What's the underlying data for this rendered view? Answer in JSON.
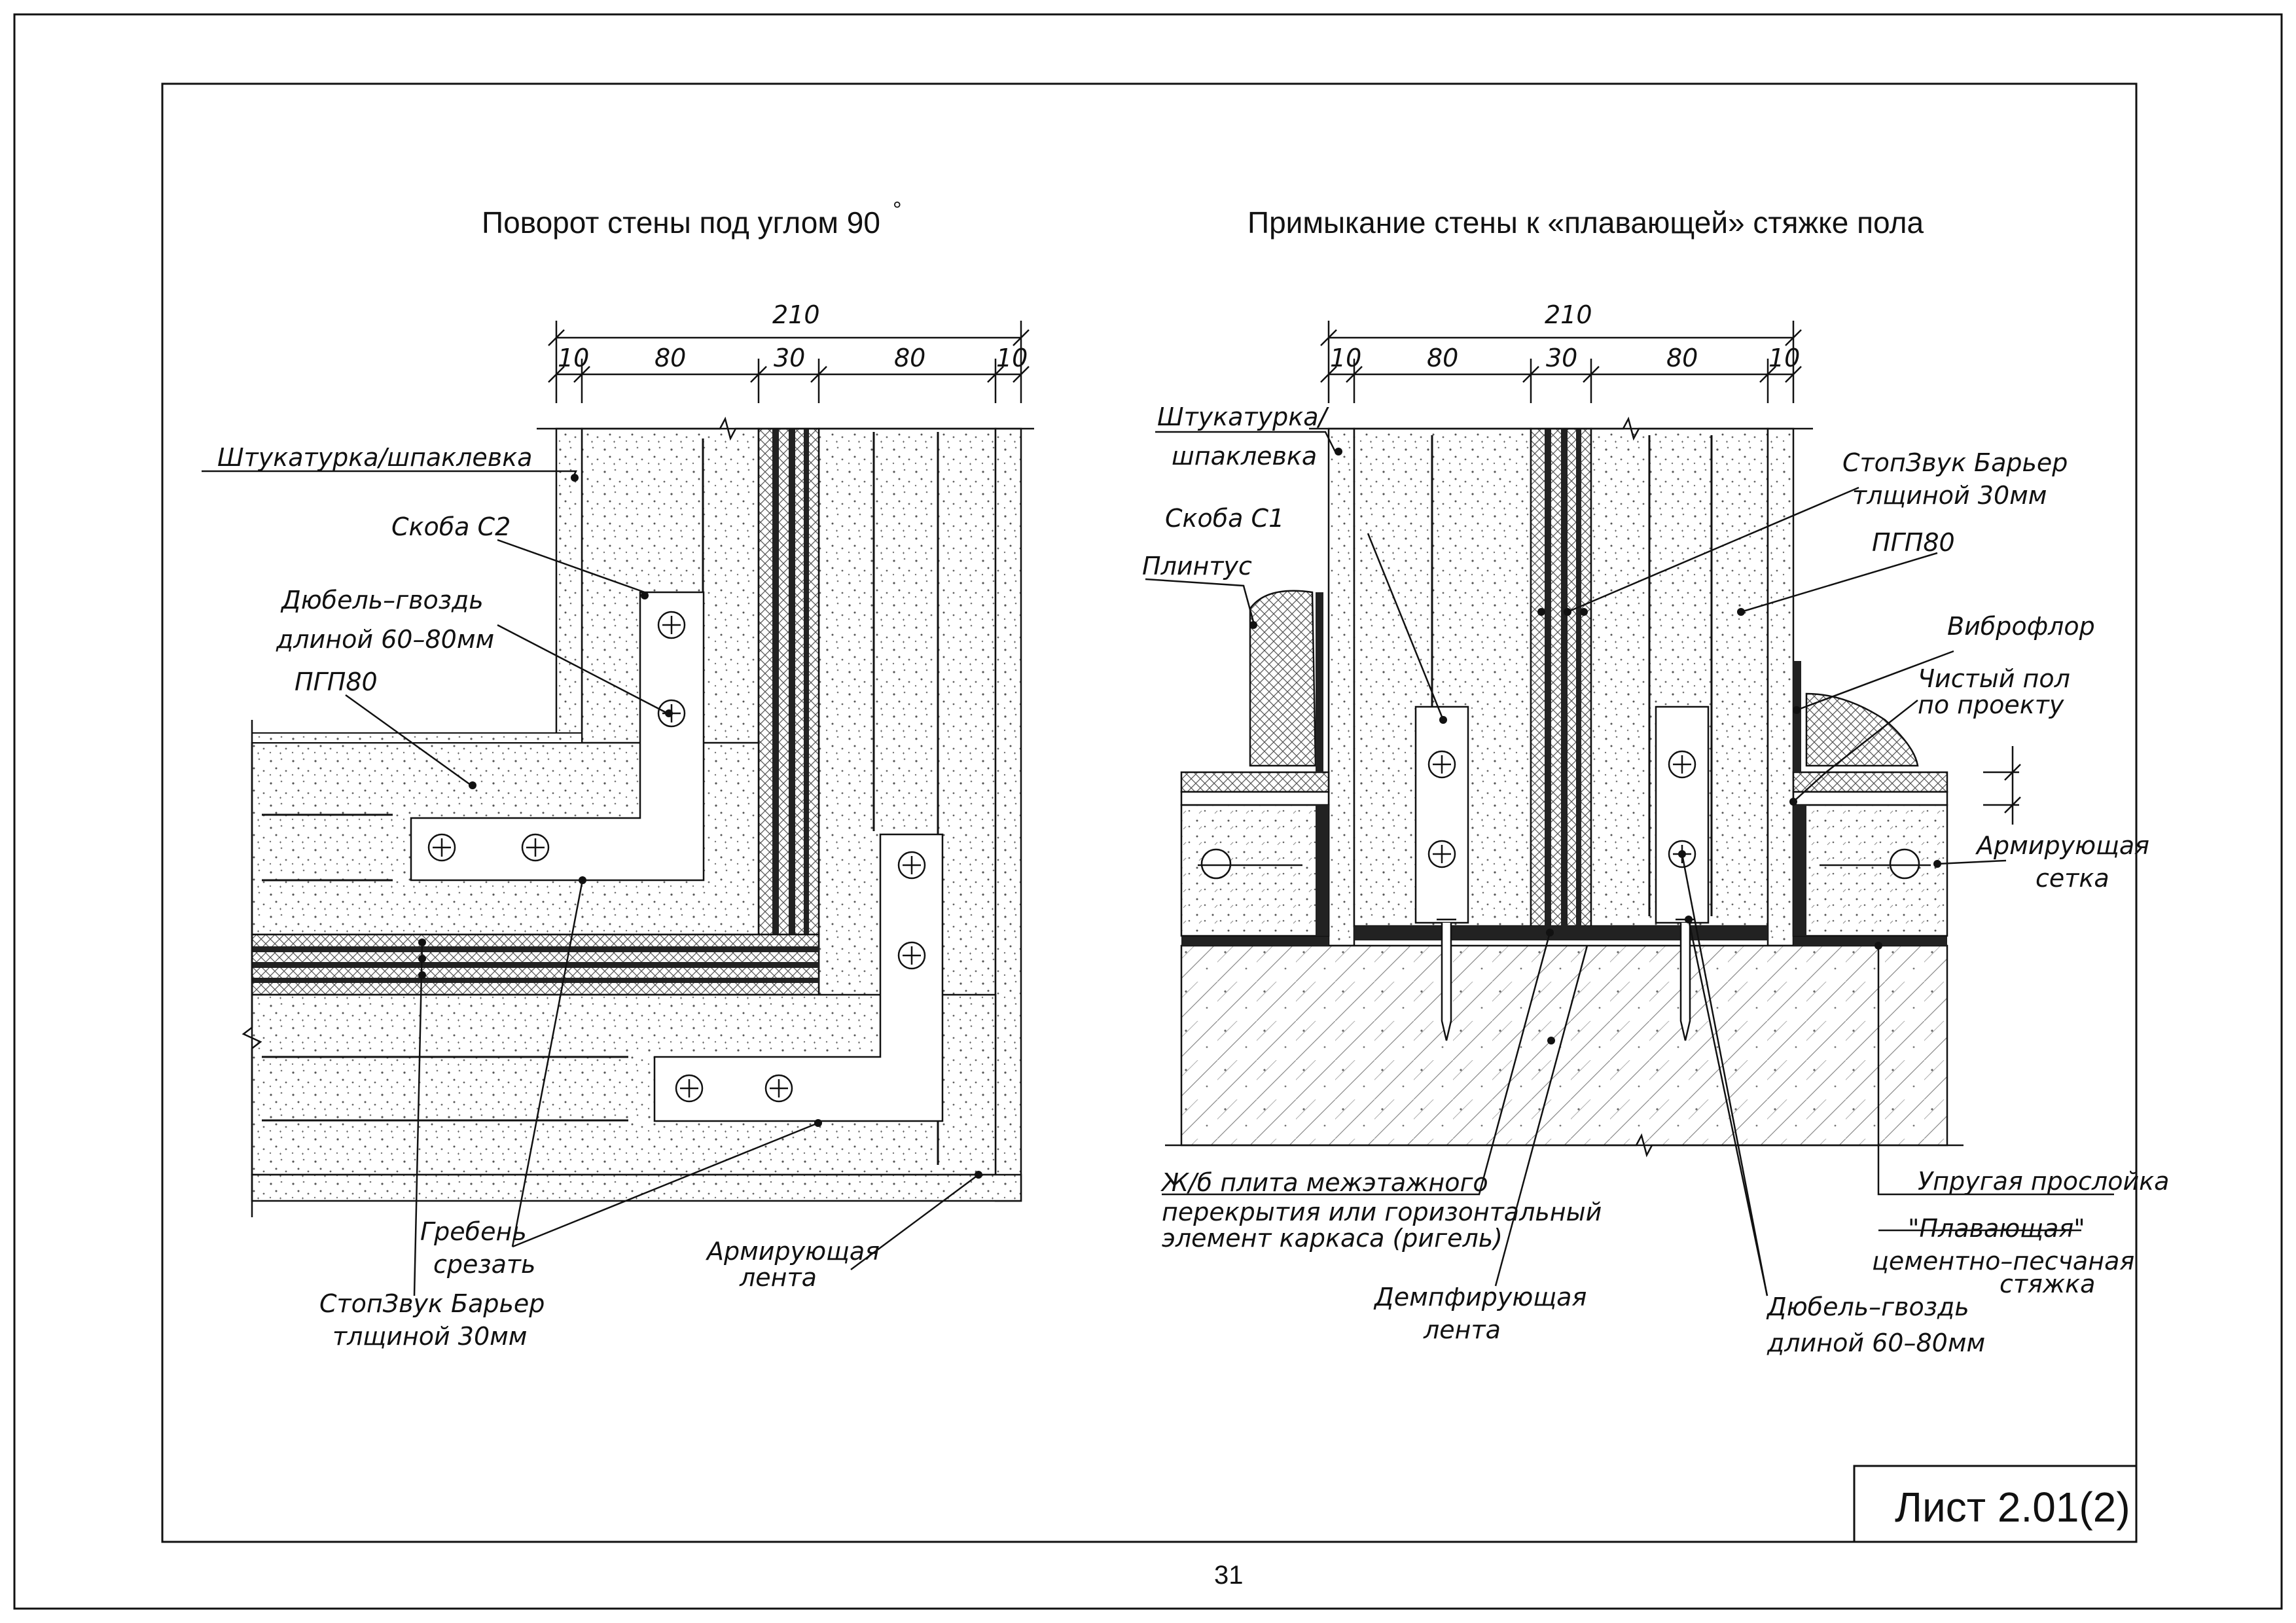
{
  "page": {
    "number": "31"
  },
  "stamp": {
    "text": "Лист 2.01(2)"
  },
  "left": {
    "title": "Поворот стены под углом 90",
    "title_degree": "°",
    "dims": {
      "total": "210",
      "d1": "10",
      "d2": "80",
      "d3": "30",
      "d4": "80",
      "d5": "10"
    },
    "labels": {
      "plaster": "Штукатурка/шпаклевка",
      "bracket": "Скоба С2",
      "dowel1": "Дюбель–гвоздь",
      "dowel2": "длиной 60–80мм",
      "pgp": "ПГП80",
      "crest1": "Гребень",
      "crest2": "срезать",
      "barrier1": "СтопЗвук Барьер",
      "barrier2": "тлщиной 30мм",
      "tape1": "Армирующая",
      "tape2": "лента"
    }
  },
  "right": {
    "title": "Примыкание стены к «плавающей» стяжке пола",
    "dims": {
      "total": "210",
      "d1": "10",
      "d2": "80",
      "d3": "30",
      "d4": "80",
      "d5": "10"
    },
    "labels": {
      "plaster1": "Штукатурка/",
      "plaster2": "шпаклевка",
      "bracket": "Скоба С1",
      "plinth": "Плинтус",
      "barrier1": "СтопЗвук Барьер",
      "barrier2": "тлщиной 30мм",
      "pgp": "ПГП80",
      "vibro": "Виброфлор",
      "floor1": "Чистый пол",
      "floor2": "по проекту",
      "mesh1": "Армирующая",
      "mesh2": "сетка",
      "slab1": "Ж/б плита межэтажного",
      "slab2": "перекрытия или горизонтальный",
      "slab3": "элемент каркаса (ригель)",
      "damper1": "Демпфирующая",
      "damper2": "лента",
      "dowel1": "Дюбель–гвоздь",
      "dowel2": "длиной 60–80мм",
      "elastic": "Упругая прослойка",
      "screed1": "\"Плавающая\"",
      "screed2": "цементно–песчаная",
      "screed3": "стяжка"
    }
  }
}
